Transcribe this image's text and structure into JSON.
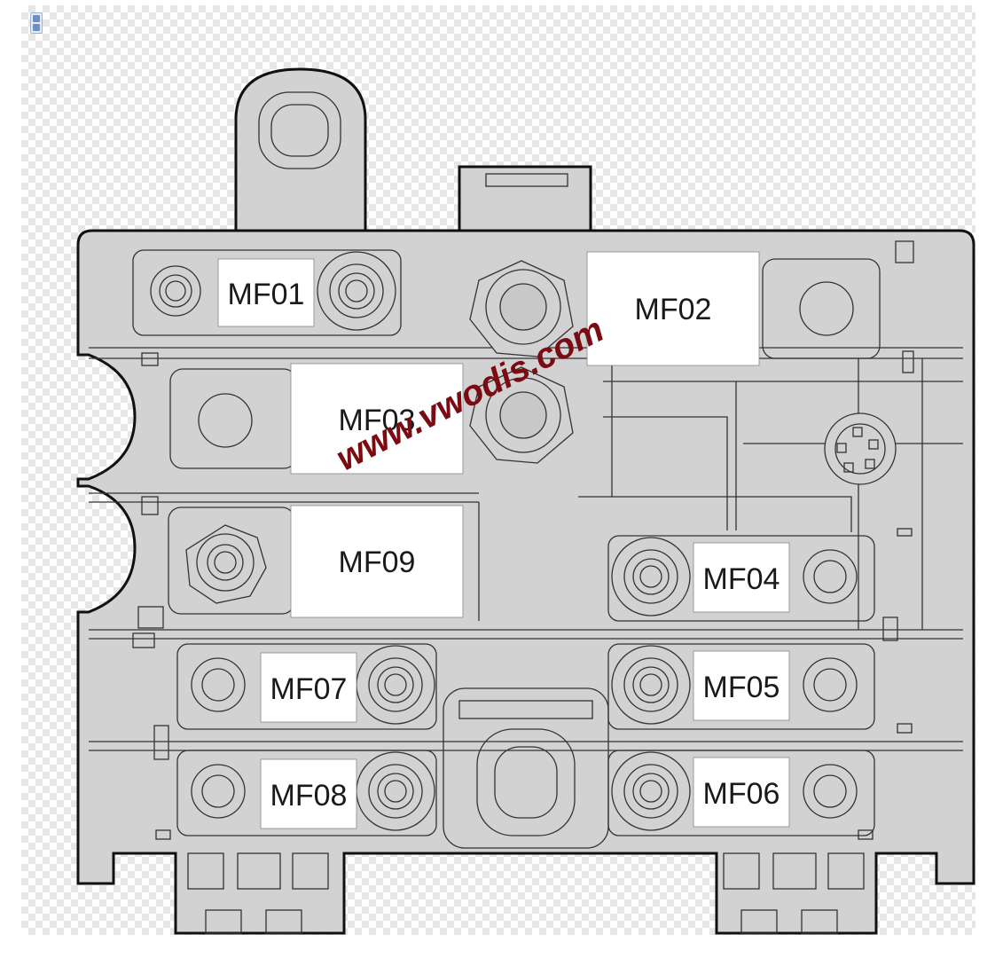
{
  "fuses": {
    "mf01": "MF01",
    "mf02": "MF02",
    "mf03": "MF03",
    "mf04": "MF04",
    "mf05": "MF05",
    "mf06": "MF06",
    "mf07": "MF07",
    "mf08": "MF08",
    "mf09": "MF09"
  },
  "watermark": "www.vwodis.com",
  "colors": {
    "housing": "#d2d2d2",
    "outline": "#111111",
    "label_bg": "#ffffff",
    "watermark": "#7a0b12"
  }
}
